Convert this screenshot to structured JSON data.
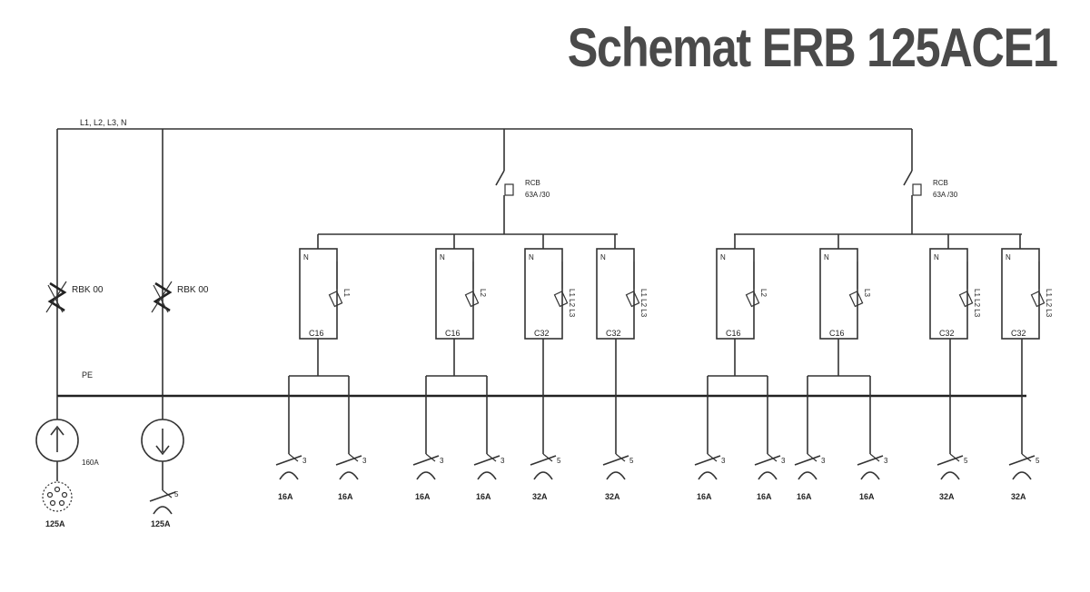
{
  "title": "Schemat ERB 125ACE1",
  "bus_label": "L1, L2, L3, N",
  "pe_label": "PE",
  "rcb": [
    {
      "name": "RCB",
      "rating": "63A /30"
    },
    {
      "name": "RCB",
      "rating": "63A /30"
    }
  ],
  "surge_protectors": [
    {
      "label": "RBK 00"
    },
    {
      "label": "RBK 00"
    }
  ],
  "breakers": [
    {
      "n": "N",
      "rating": "C16",
      "phase": "L1"
    },
    {
      "n": "N",
      "rating": "C16",
      "phase": "L2"
    },
    {
      "n": "N",
      "rating": "C32",
      "phase": "L1 L2 L3"
    },
    {
      "n": "N",
      "rating": "C32",
      "phase": "L1 L2 L3"
    },
    {
      "n": "N",
      "rating": "C16",
      "phase": "L2"
    },
    {
      "n": "N",
      "rating": "C16",
      "phase": "L3"
    },
    {
      "n": "N",
      "rating": "C32",
      "phase": "L1 L2 L3"
    },
    {
      "n": "N",
      "rating": "C32",
      "phase": "L1 L2 L3"
    }
  ],
  "outlets": [
    {
      "poles": "3",
      "rating": "16A"
    },
    {
      "poles": "3",
      "rating": "16A"
    },
    {
      "poles": "3",
      "rating": "16A"
    },
    {
      "poles": "3",
      "rating": "16A"
    },
    {
      "poles": "5",
      "rating": "32A"
    },
    {
      "poles": "5",
      "rating": "32A"
    },
    {
      "poles": "3",
      "rating": "16A"
    },
    {
      "poles": "3",
      "rating": "16A"
    },
    {
      "poles": "3",
      "rating": "16A"
    },
    {
      "poles": "3",
      "rating": "16A"
    },
    {
      "poles": "5",
      "rating": "32A"
    },
    {
      "poles": "5",
      "rating": "32A"
    }
  ],
  "main_input": {
    "meter_label": "160A",
    "rating": "125A"
  },
  "main_output": {
    "poles": "5",
    "rating": "125A"
  }
}
